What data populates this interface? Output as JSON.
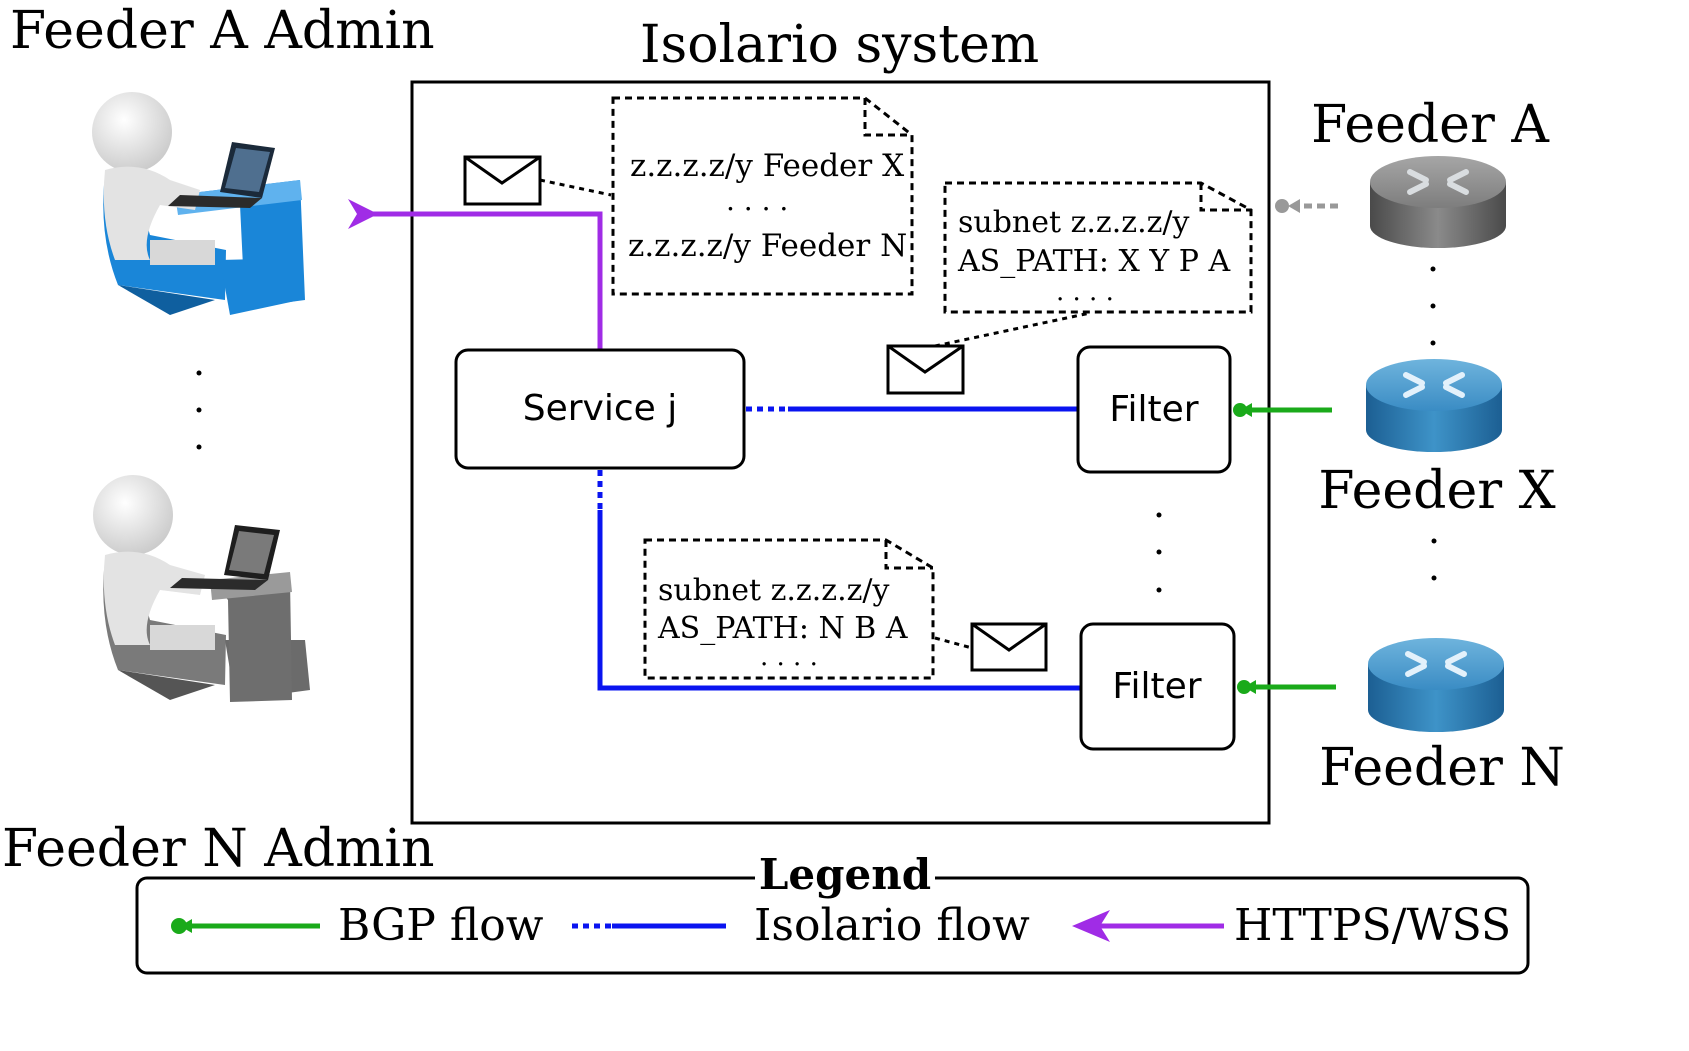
{
  "titles": {
    "system": "Isolario system",
    "feeder_a_admin": "Feeder A Admin",
    "feeder_n_admin": "Feeder N Admin",
    "feeder_a": "Feeder A",
    "feeder_x": "Feeder X",
    "feeder_n": "Feeder N"
  },
  "service": {
    "label": "Service j"
  },
  "filters": {
    "top": "Filter",
    "bottom": "Filter"
  },
  "notes": {
    "top_left": {
      "line1": "z.z.z.z/y Feeder X",
      "dots": ". . . .",
      "line2": "z.z.z.z/y Feeder N"
    },
    "top_right": {
      "line1": "subnet z.z.z.z/y",
      "line2": "AS_PATH: X Y P A",
      "dots": ". . . ."
    },
    "bottom": {
      "line1": "subnet z.z.z.z/y",
      "line2": "AS_PATH: N B A",
      "dots": ". . . ."
    }
  },
  "legend": {
    "title": "Legend",
    "bgp": "BGP flow",
    "isolario": "Isolario flow",
    "https": "HTTPS/WSS"
  },
  "colors": {
    "bgp": "#1aaa1a",
    "isolario": "#0a14f0",
    "https": "#a02ce6",
    "router_gray": "#7a7a7a",
    "router_blue": "#2f7fb5",
    "chair_blue": "#1a86d8"
  },
  "icons": {
    "admin": "person-at-laptop-icon",
    "router": "router-icon",
    "message": "envelope-icon"
  }
}
